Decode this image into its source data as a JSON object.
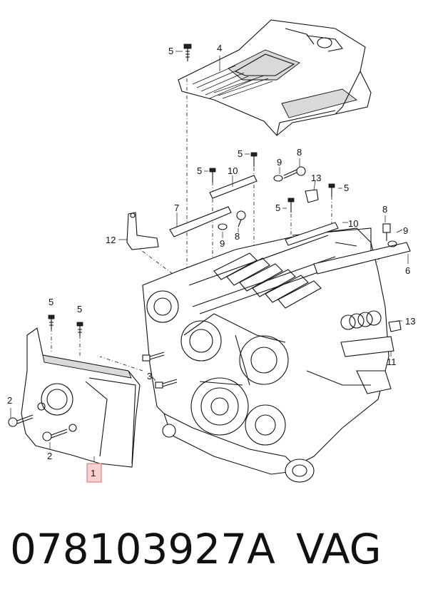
{
  "diagram": {
    "callouts": {
      "c1": "1",
      "c2a": "2",
      "c2b": "2",
      "c3": "3",
      "c4": "4",
      "c5a": "5",
      "c5b": "5",
      "c5c": "5",
      "c5d": "5",
      "c5e": "5",
      "c5f": "5",
      "c5g": "5",
      "c6": "6",
      "c7": "7",
      "c8a": "8",
      "c8b": "8",
      "c8c": "8",
      "c9a": "9",
      "c9b": "9",
      "c9c": "9",
      "c10a": "10",
      "c10b": "10",
      "c11": "11",
      "c12": "12",
      "c13a": "13",
      "c13b": "13"
    },
    "highlight_color": "#f8d0d0"
  },
  "footer": {
    "part_number": "078103927A",
    "brand": "VAG"
  }
}
